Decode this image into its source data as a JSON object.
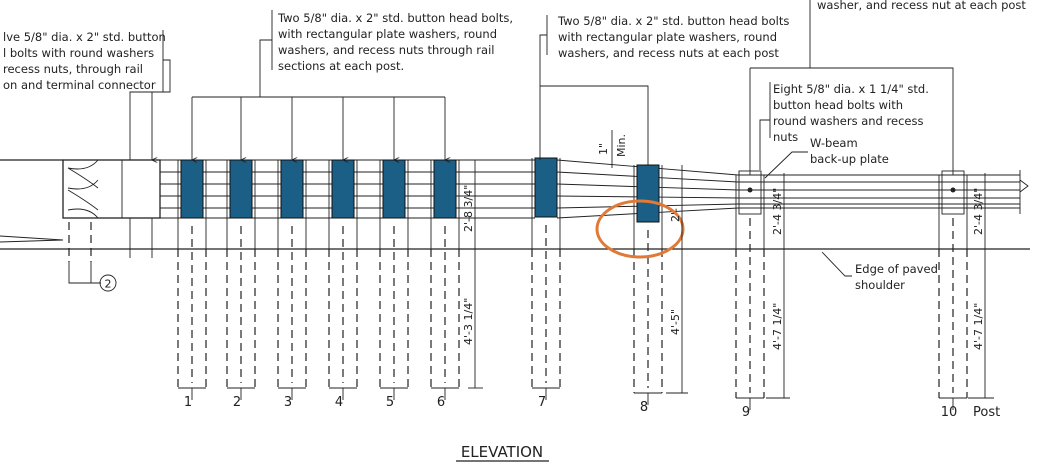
{
  "callouts": {
    "left": [
      "lve 5/8\" dia. x 2\" std. button",
      "l bolts with round washers",
      "recess nuts, through rail",
      "on and terminal connector"
    ],
    "posts_1_6": [
      "Two 5/8\" dia. x 2\" std. button head bolts,",
      "with rectangular plate washers, round",
      "washers, and recess nuts through rail",
      "sections at each post."
    ],
    "posts_7_8": [
      "Two 5/8\" dia. x 2\" std. button head bolts",
      "with rectangular plate washers, round",
      "washers, and recess nuts at each post"
    ],
    "top_right": [
      "washer, and recess nut at each post"
    ],
    "eight_bolts": [
      "Eight 5/8\" dia. x 1 1/4\" std.",
      "button head bolts with",
      "round washers and recess",
      "nuts"
    ],
    "wbeam": [
      "W-beam",
      "back-up plate"
    ],
    "edge": [
      "Edge of paved",
      "shoulder"
    ],
    "min_gap": {
      "value": "1\"",
      "label": "Min."
    },
    "circle_ref": "2"
  },
  "dimensions": {
    "rail_height_1_6": "2'-8 3/4\"",
    "embed_1_6": "4'-3 1/4\"",
    "rail_height_8": "2'-",
    "embed_8": "4'-5\"",
    "rail_height_9": "2'-4 3/4\"",
    "embed_9": "4'-7 1/4\"",
    "rail_height_10": "2'-4 3/4\"",
    "embed_10": "4'-7 1/4\""
  },
  "posts": [
    "1",
    "2",
    "3",
    "4",
    "5",
    "6",
    "7",
    "8",
    "9",
    "10"
  ],
  "post_word": "Post",
  "title": "ELEVATION",
  "colors": {
    "blockout": "#1b5f86",
    "highlight": "#e07a36",
    "line": "#222222"
  }
}
